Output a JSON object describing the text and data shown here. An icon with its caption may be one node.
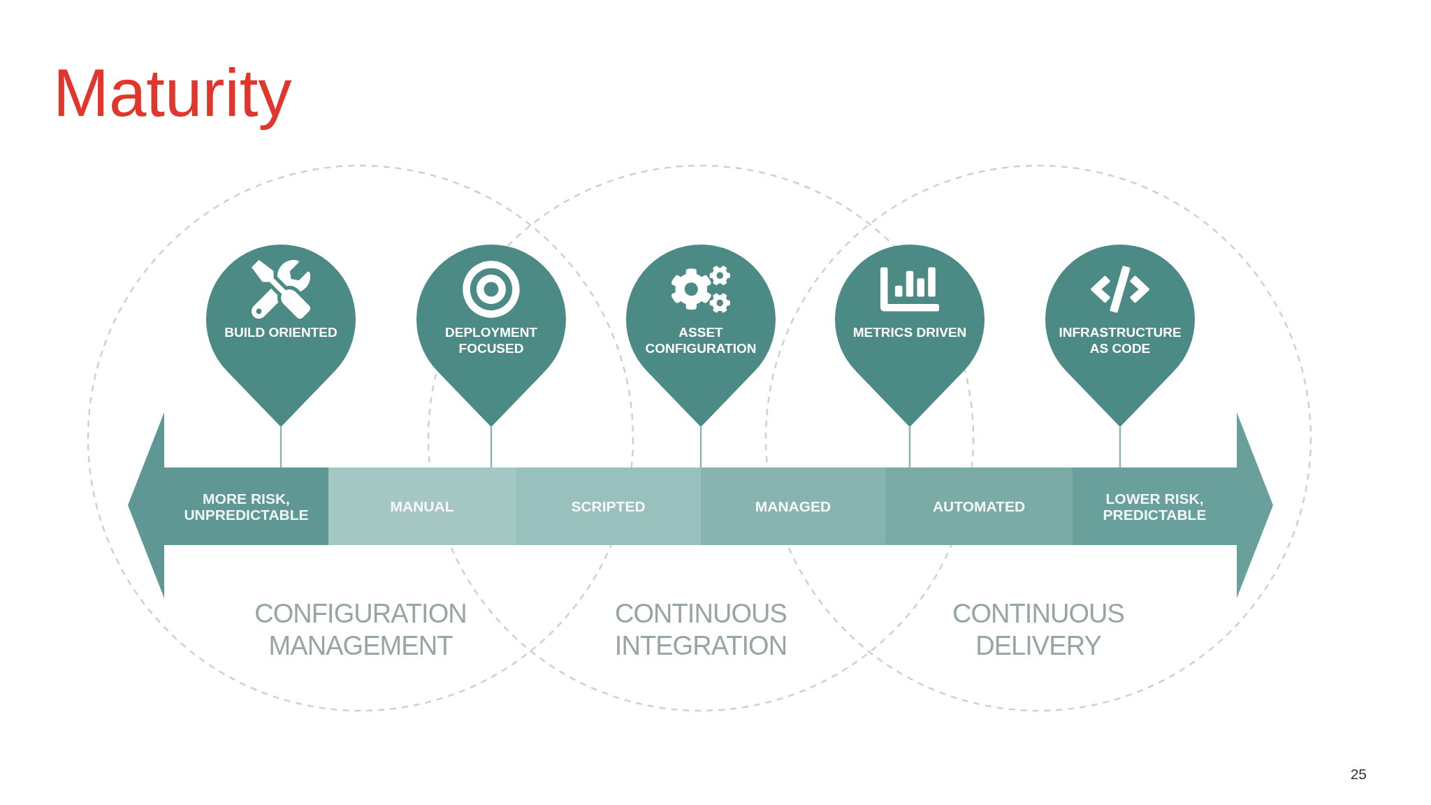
{
  "diagram": {
    "title": "Maturity",
    "nodes": [
      {
        "text": [
          "CONFIGURATION MANAGEMENT"
        ]
      },
      {
        "text": [
          "CONTINUOUS INTEGRATION"
        ]
      },
      {
        "text": [
          "CONTINUOUS DELIVERY"
        ]
      },
      {
        "text": [
          "BUILD ORIENTED"
        ]
      },
      {
        "text": [
          "DEPLOYMENT FOCUSED"
        ]
      },
      {
        "text": [
          "ASSET CONFIGURATION"
        ]
      },
      {
        "text": [
          "METRICS DRIVEN"
        ]
      },
      {
        "text": [
          "INFRASTRUCTURE AS CODE"
        ]
      },
      {
        "text": [],
        "shape": "bar"
      },
      {
        "text": [
          "MORE RISK, UNPREDICTABLE"
        ],
        "in": 8
      },
      {
        "text": [
          "MANUAL"
        ],
        "in": 8
      },
      {
        "text": [
          "SCRIPTED"
        ],
        "in": 8
      },
      {
        "text": [
          "MANAGED"
        ],
        "in": 8
      },
      {
        "text": [
          "AUTOMATED"
        ],
        "in": 8
      },
      {
        "text": [
          "LOWER RISK, PREDICTABLE"
        ],
        "in": 8
      }
    ],
    "edges": [
      {
        "from": 3,
        "to": 8,
        "arrow": "none"
      },
      {
        "from": 4,
        "to": 8,
        "arrow": "none"
      },
      {
        "from": 5,
        "to": 8,
        "arrow": "none"
      },
      {
        "from": 6,
        "to": 8,
        "arrow": "none"
      },
      {
        "from": 7,
        "to": 8,
        "arrow": "none"
      }
    ],
    "labels": [
      "25"
    ]
  }
}
